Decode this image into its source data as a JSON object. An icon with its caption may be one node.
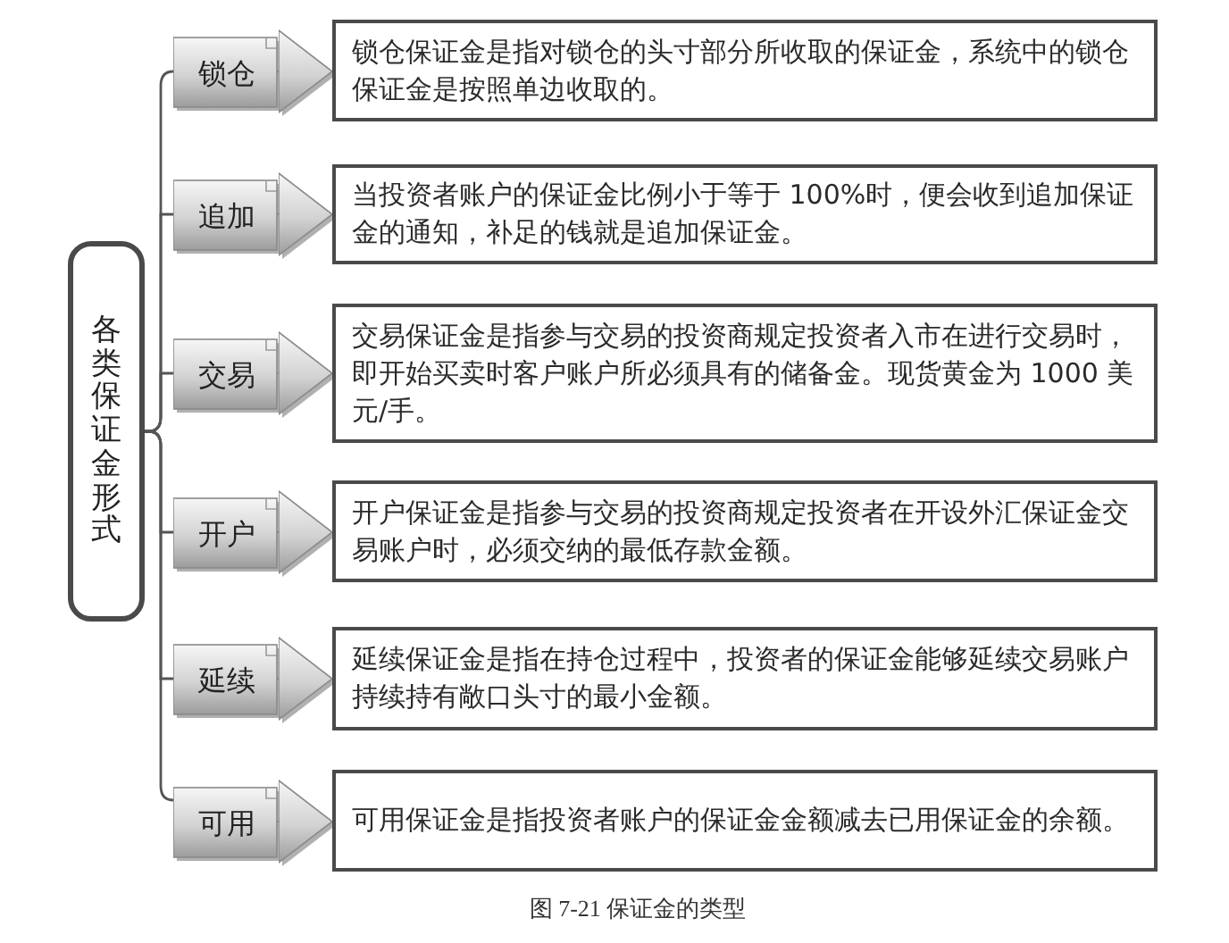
{
  "diagram": {
    "caption": "图 7-21 保证金的类型",
    "nodes": [
      {
        "text": [
          "各类保证金形式"
        ]
      },
      {
        "text": [
          "锁仓"
        ]
      },
      {
        "text": [
          "锁仓保证金是指对锁仓的头寸部分所收取的保证金，系统中的锁仓保证金是按照单边收取的。"
        ]
      },
      {
        "text": [
          "追加"
        ]
      },
      {
        "text": [
          "当投资者账户的保证金比例小于等于 100%时，便会收到追加保证金的通知，补足的钱就是追加保证金。"
        ]
      },
      {
        "text": [
          "交易"
        ]
      },
      {
        "text": [
          "交易保证金是指参与交易的投资商规定投资者入市在进行交易时，即开始买卖时客户账户所必须具有的储备金。现货黄金为 1000 美元/手。"
        ]
      },
      {
        "text": [
          "开户"
        ]
      },
      {
        "text": [
          "开户保证金是指参与交易的投资商规定投资者在开设外汇保证金交易账户时，必须交纳的最低存款金额。"
        ]
      },
      {
        "text": [
          "延续"
        ]
      },
      {
        "text": [
          "延续保证金是指在持仓过程中，投资者的保证金能够延续交易账户持续持有敞口头寸的最小金额。"
        ]
      },
      {
        "text": [
          "可用"
        ]
      },
      {
        "text": [
          "可用保证金是指投资者账户的保证金金额减去已用保证金的余额。"
        ]
      }
    ],
    "edges": [
      {
        "from": 0,
        "to": 1,
        "arrow": "none"
      },
      {
        "from": 0,
        "to": 3,
        "arrow": "none"
      },
      {
        "from": 0,
        "to": 5,
        "arrow": "none"
      },
      {
        "from": 0,
        "to": 7,
        "arrow": "none"
      },
      {
        "from": 0,
        "to": 9,
        "arrow": "none"
      },
      {
        "from": 0,
        "to": 11,
        "arrow": "none"
      },
      {
        "from": 1,
        "to": 2,
        "arrow": "to"
      },
      {
        "from": 3,
        "to": 4,
        "arrow": "to"
      },
      {
        "from": 5,
        "to": 6,
        "arrow": "to"
      },
      {
        "from": 7,
        "to": 8,
        "arrow": "to"
      },
      {
        "from": 9,
        "to": 10,
        "arrow": "to"
      },
      {
        "from": 11,
        "to": 12,
        "arrow": "to"
      }
    ]
  }
}
